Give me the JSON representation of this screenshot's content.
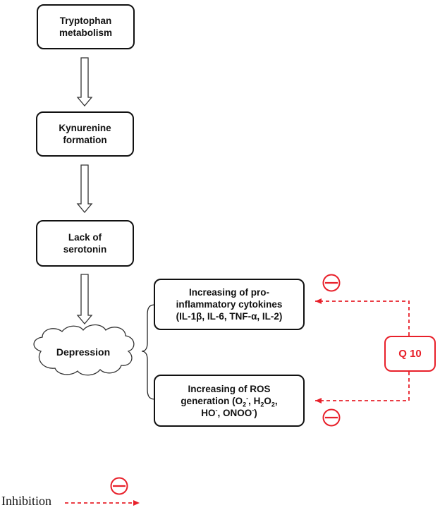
{
  "nodes": {
    "tryptophan": "Tryptophan\nmetabolism",
    "kynurenine": "Kynurenine\nformation",
    "serotonin": "Lack of\nserotonin",
    "depression": "Depression",
    "cytokines": {
      "line1": "Increasing of pro-",
      "line2": "inflammatory cytokines",
      "line3": "(IL-1β, IL-6, TNF-α, IL-2)"
    },
    "ros": {
      "line1": "Increasing of ROS",
      "gen_text": "generation (O",
      "o2_sub": "2",
      "o2_sup": "-",
      "sep1": ", H",
      "h_sub": "2",
      "o_text": "O",
      "o_sub": "2",
      "comma": ",",
      "ho_text": "HO",
      "ho_sup": "-",
      "onoo_text": ", ONOO",
      "onoo_sup": "-",
      "close": ")"
    },
    "q10": "Q 10"
  },
  "legend": {
    "label": "Inhibition"
  },
  "colors": {
    "inhibition": "#e8202a",
    "stroke": "#111111"
  }
}
